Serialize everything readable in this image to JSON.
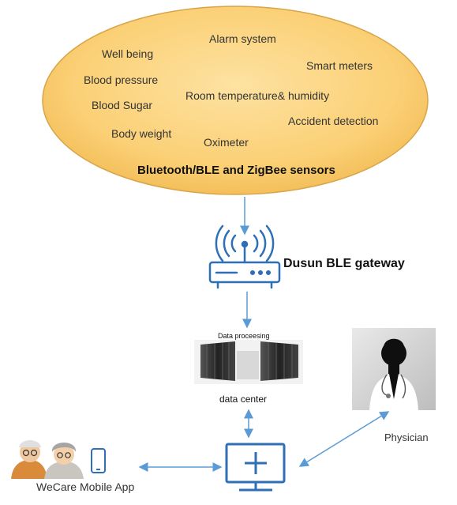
{
  "sensor_cloud": {
    "items": [
      "Alarm system",
      "Well being",
      "Smart meters",
      "Blood pressure",
      "Room temperature& humidity",
      "Blood Sugar",
      "Accident detection",
      "Body weight",
      "Oximeter"
    ],
    "title": "Bluetooth/BLE and ZigBee sensors"
  },
  "gateway": {
    "label": "Dusun BLE gateway",
    "icon": "wifi-router-icon"
  },
  "data_center": {
    "caption": "Data proceesing",
    "label": "data center"
  },
  "physician": {
    "label": "Physician"
  },
  "app": {
    "label": "WeCare Mobile App"
  },
  "colors": {
    "cloud_fill": "#fbd076",
    "cloud_edge": "#d9a449",
    "icon_blue": "#2f6fb6",
    "arrow": "#5b9bd5"
  }
}
